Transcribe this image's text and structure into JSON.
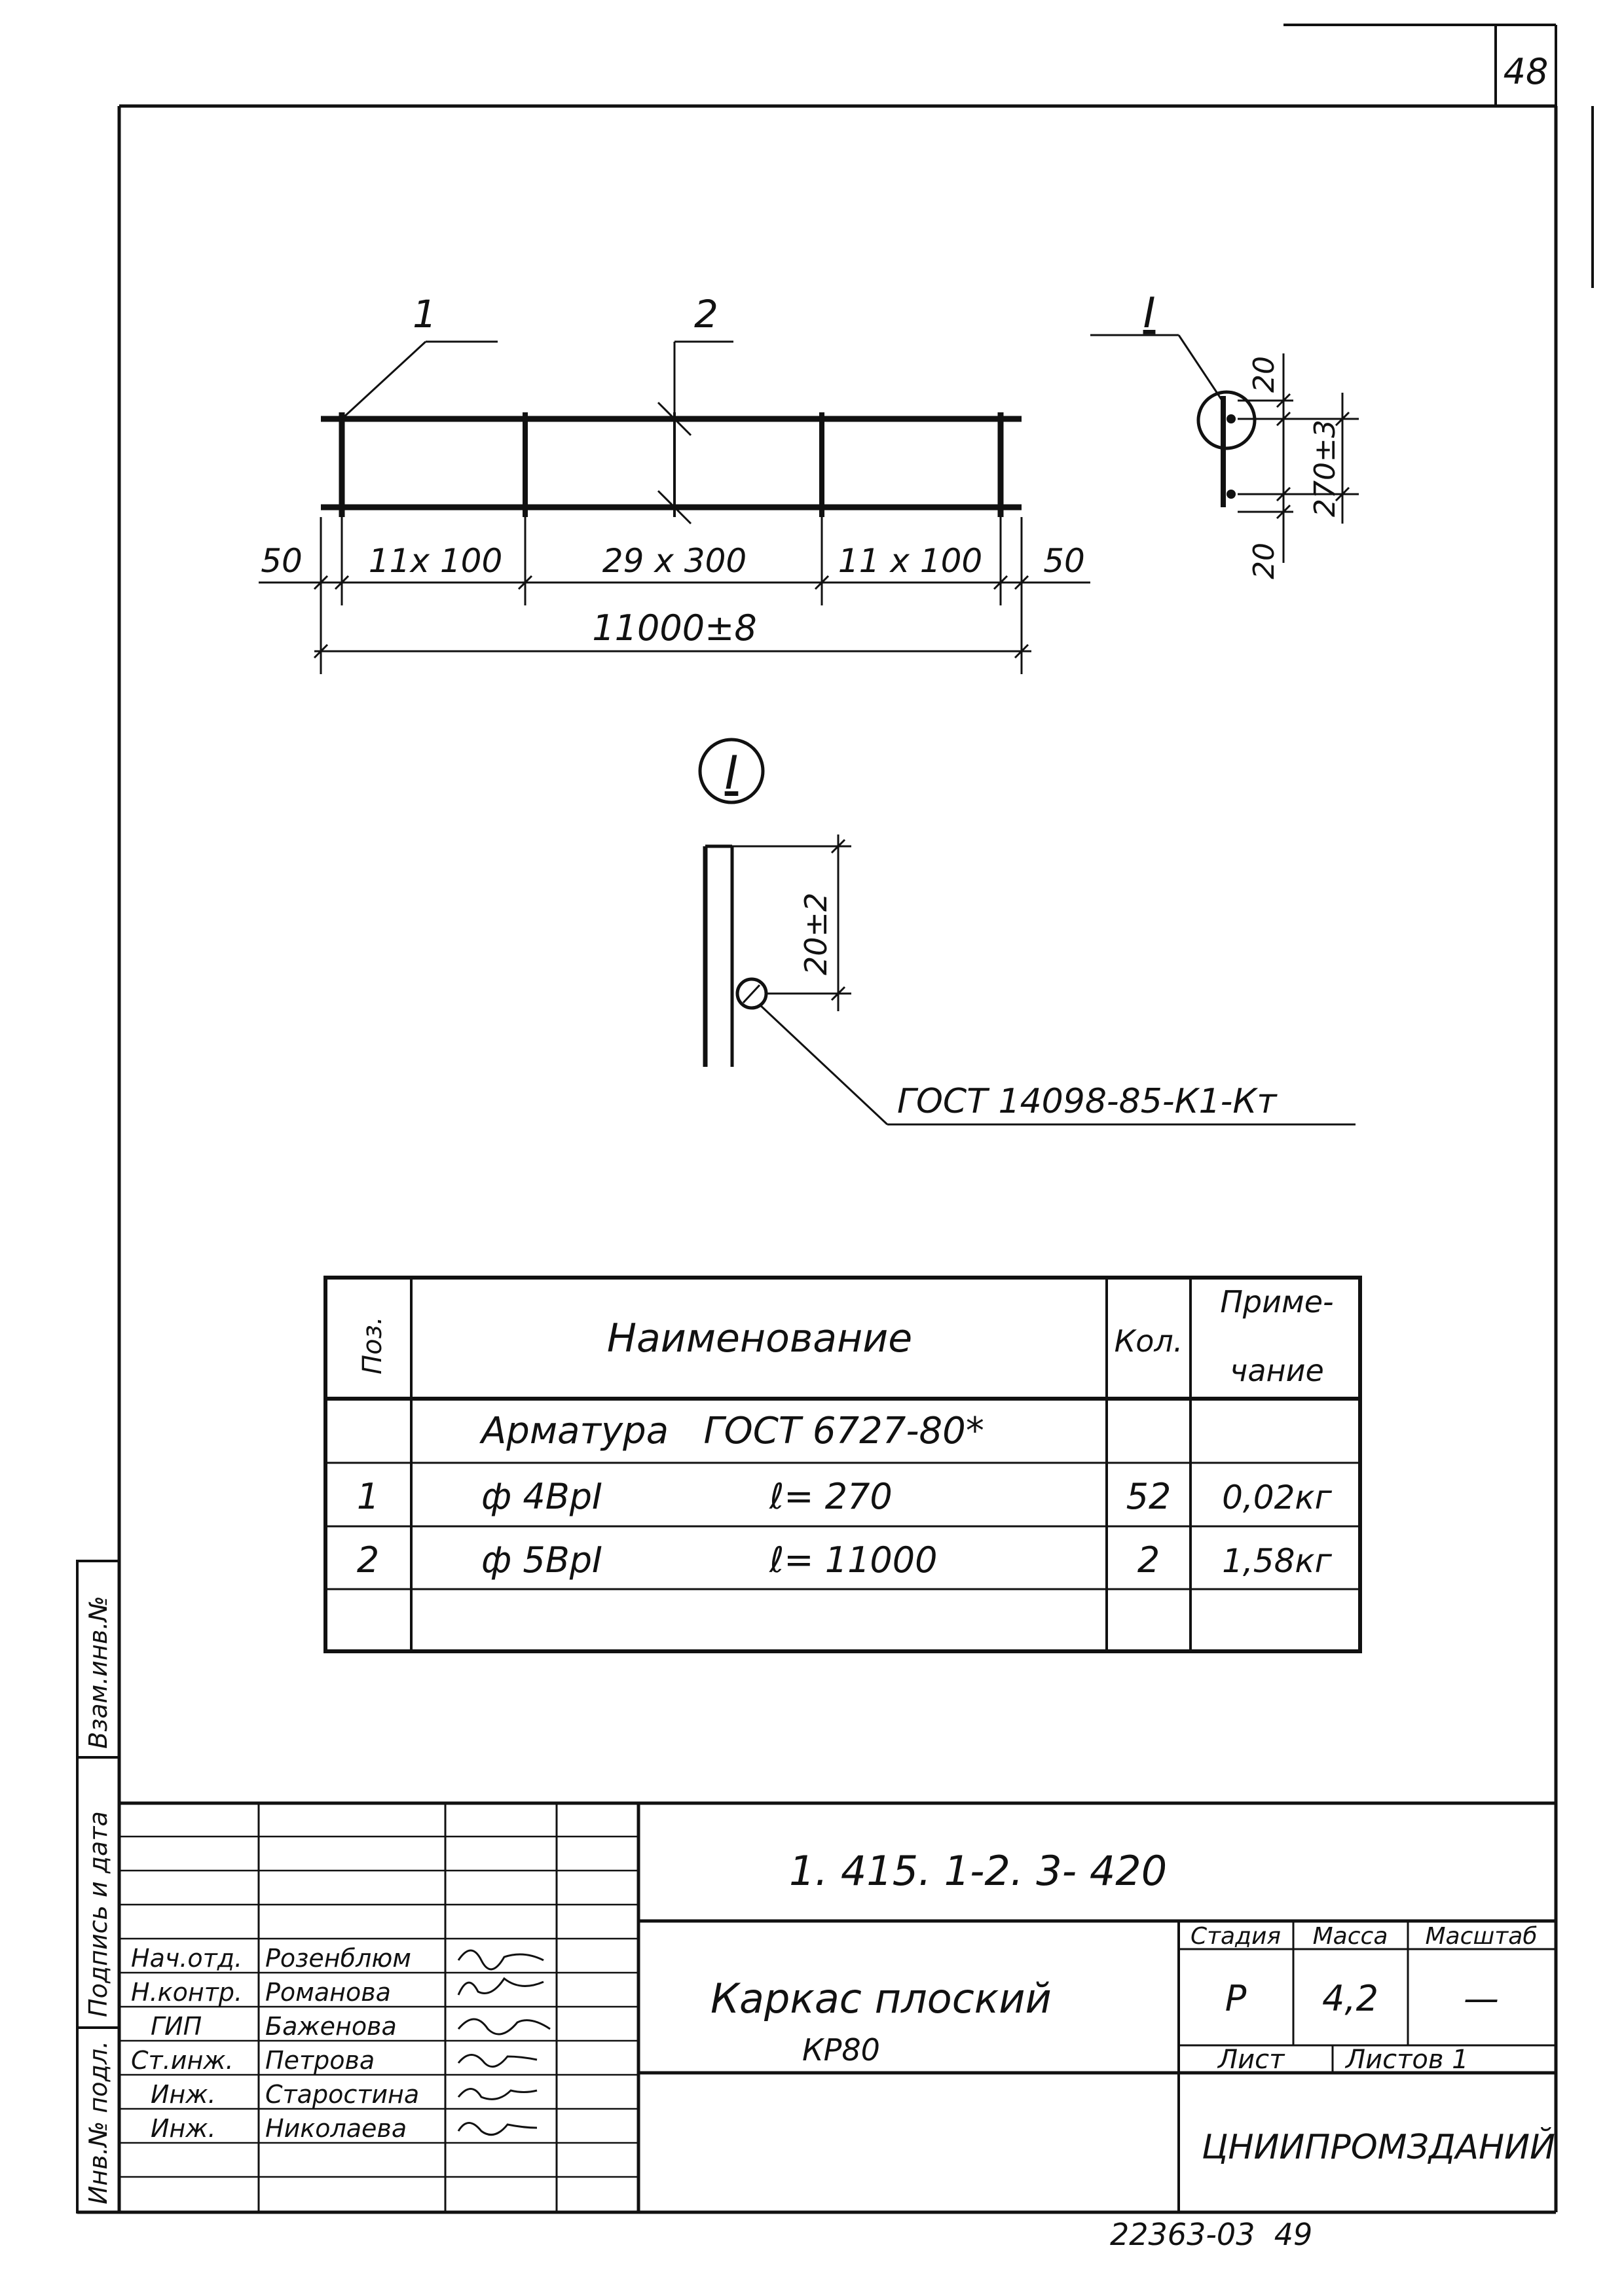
{
  "sheet_corner_number": "48",
  "plan": {
    "leader_pos1": "1",
    "leader_pos2": "2",
    "dims": [
      "50",
      "11x 100",
      "29 x 300",
      "11 x 100",
      "50"
    ],
    "total": "11000±8"
  },
  "section": {
    "marker": "I",
    "dim_top": "20",
    "dim_mid": "270±3",
    "dim_bot": "20"
  },
  "detail": {
    "marker": "I",
    "dim": "20±2",
    "note": "ГОСТ 14098-85-К1-Кт"
  },
  "spec_table": {
    "header": {
      "pos": "Поз.",
      "name": "Наименование",
      "qty": "Кол.",
      "note_l1": "Приме-",
      "note_l2": "чание"
    },
    "section_row": "Арматура   ГОСТ 6727-80*",
    "rows": [
      {
        "pos": "1",
        "name": "ф 4ВрI",
        "length": "ℓ= 270",
        "qty": "52",
        "note": "0,02кг"
      },
      {
        "pos": "2",
        "name": "ф 5ВрI",
        "length": "ℓ= 11000",
        "qty": "2",
        "note": "1,58кг"
      }
    ]
  },
  "side_stamp": {
    "cells": [
      "Взам.инв.№",
      "Подпись и дата",
      "Инв.№ подл."
    ]
  },
  "title_block": {
    "doc_code": "1. 415. 1-2. 3- 420",
    "title_l1": "Каркас плоский",
    "title_l2": "КР80",
    "stage_label": "Стадия",
    "mass_label": "Масса",
    "scale_label": "Масштаб",
    "stage": "Р",
    "mass": "4,2",
    "scale": "—",
    "sheet_label": "Лист",
    "sheets_label": "Листов 1",
    "org": "ЦНИИПРОМЗДАНИЙ",
    "people": [
      {
        "role": "Нач.отд.",
        "name": "Розенблюм"
      },
      {
        "role": "Н.контр.",
        "name": "Романова"
      },
      {
        "role": "ГИП",
        "name": "Баженова"
      },
      {
        "role": "Ст.инж.",
        "name": "Петрова"
      },
      {
        "role": "Инж.",
        "name": "Старостина"
      },
      {
        "role": "Инж.",
        "name": "Николаева"
      }
    ]
  },
  "bottom_code": "22363-03  49"
}
